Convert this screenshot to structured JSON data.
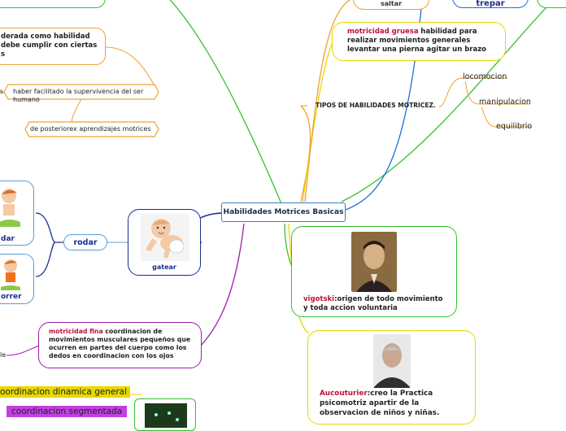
{
  "central": "Habilidades Motrices Basicas",
  "top": {
    "saltar": "saltar",
    "trepar": "trepar"
  },
  "gruesa": {
    "term": "motricidad gruesa",
    "desc": "habilidad para realizar movimientos generales levantar una pierna agitar un brazo"
  },
  "tipos": {
    "label": "TIPOS DE HABILIDADES MOTRICEZ.",
    "items": [
      "locomocion",
      "manipulacion",
      "equilibrio"
    ]
  },
  "considerada": {
    "line1": "derada como habilidad",
    "line2": "debe cumplir con ciertas",
    "line3": "s"
  },
  "supervivencia": {
    "prefix": "s",
    "text": "haber facilitado la supervivencia del ser humano"
  },
  "posteriores": "de posteriorex aprendizajes motrices",
  "rodar": "rodar",
  "gatear": "gatear",
  "left_cards": {
    "card1": "dar",
    "card2": "orrer"
  },
  "fina": {
    "term": "motricidad fina",
    "desc": "coordinacion de movimientos musculares pequeños que ocurren en partes del cuerpo como los dedos en coordinacion con los ojos",
    "edge": "le"
  },
  "vigotski": {
    "name": "vigotski",
    "desc": ":origen de todo movimiento y toda accion voluntaria"
  },
  "aucouturier": {
    "name": "Aucouturier",
    "desc": ":creo la Practica psicomotriz apartir de la observacion de niños y niñas."
  },
  "coord": {
    "general": "oordinacion dinamica general",
    "segmentada": "coordinacion segmentada"
  },
  "colors": {
    "central": "#3a7fbf",
    "orange": "#f0a030",
    "yellow": "#e6d800",
    "green": "#35c030",
    "navy": "#1c2d8c",
    "purple": "#9c1fa8",
    "blue": "#5a9fd6"
  }
}
